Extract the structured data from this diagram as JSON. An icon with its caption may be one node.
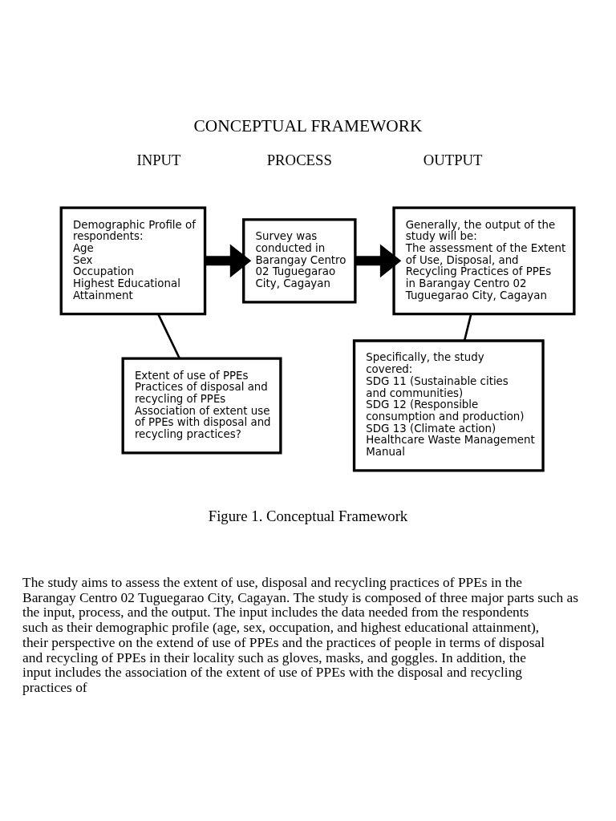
{
  "diagram": {
    "title": "CONCEPTUAL FRAMEWORK",
    "caption": "Figure 1. Conceptual Framework",
    "nodes": [
      {
        "text": [
          "Demographic Profile of respondents:",
          "Age",
          "Sex",
          "Occupation",
          "Highest Educational Attainment"
        ]
      },
      {
        "text": [
          "Extent of use of PPEs",
          "Practices of disposal and recycling of PPEs",
          "Association of extent use of PPEs with disposal and recycling practices?"
        ]
      },
      {
        "text": [
          "Survey was conducted in Barangay Centro 02 Tuguegarao City, Cagayan"
        ]
      },
      {
        "text": [
          "Generally, the output of the study will be:",
          "The assessment of the Extent of Use, Disposal, and Recycling Practices of PPEs in Barangay Centro 02 Tuguegarao City, Cagayan"
        ]
      },
      {
        "text": [
          "Specifically, the study covered:",
          "SDG 11 (Sustainable cities and communities)",
          "SDG 12 (Responsible consumption and production)",
          "SDG 13 (Climate action)",
          "Healthcare Waste Management Manual"
        ]
      }
    ],
    "edges": [
      {
        "from": 0,
        "to": 1,
        "arrow": "none"
      },
      {
        "from": 0,
        "to": 2,
        "arrow": "to",
        "style": "thick"
      },
      {
        "from": 2,
        "to": 3,
        "arrow": "to",
        "style": "thick"
      },
      {
        "from": 3,
        "to": 4,
        "arrow": "none"
      }
    ],
    "labels": [
      "INPUT",
      "PROCESS",
      "OUTPUT",
      "The study aims to assess the extent of use, disposal and recycling practices of PPEs in the Barangay Centro 02 Tuguegarao City, Cagayan. The study is composed of three major parts such as the input, process, and the output. The input includes the data needed from the respondents such as their demographic profile (age, sex, occupation, and highest educational attainment), their perspective on the extend of use of PPEs and the practices of people in terms of disposal and recycling of PPEs in their locality such as gloves, masks, and goggles. In addition, the input includes the association of the extent of use of PPEs with the disposal and recycling practices of"
    ]
  }
}
